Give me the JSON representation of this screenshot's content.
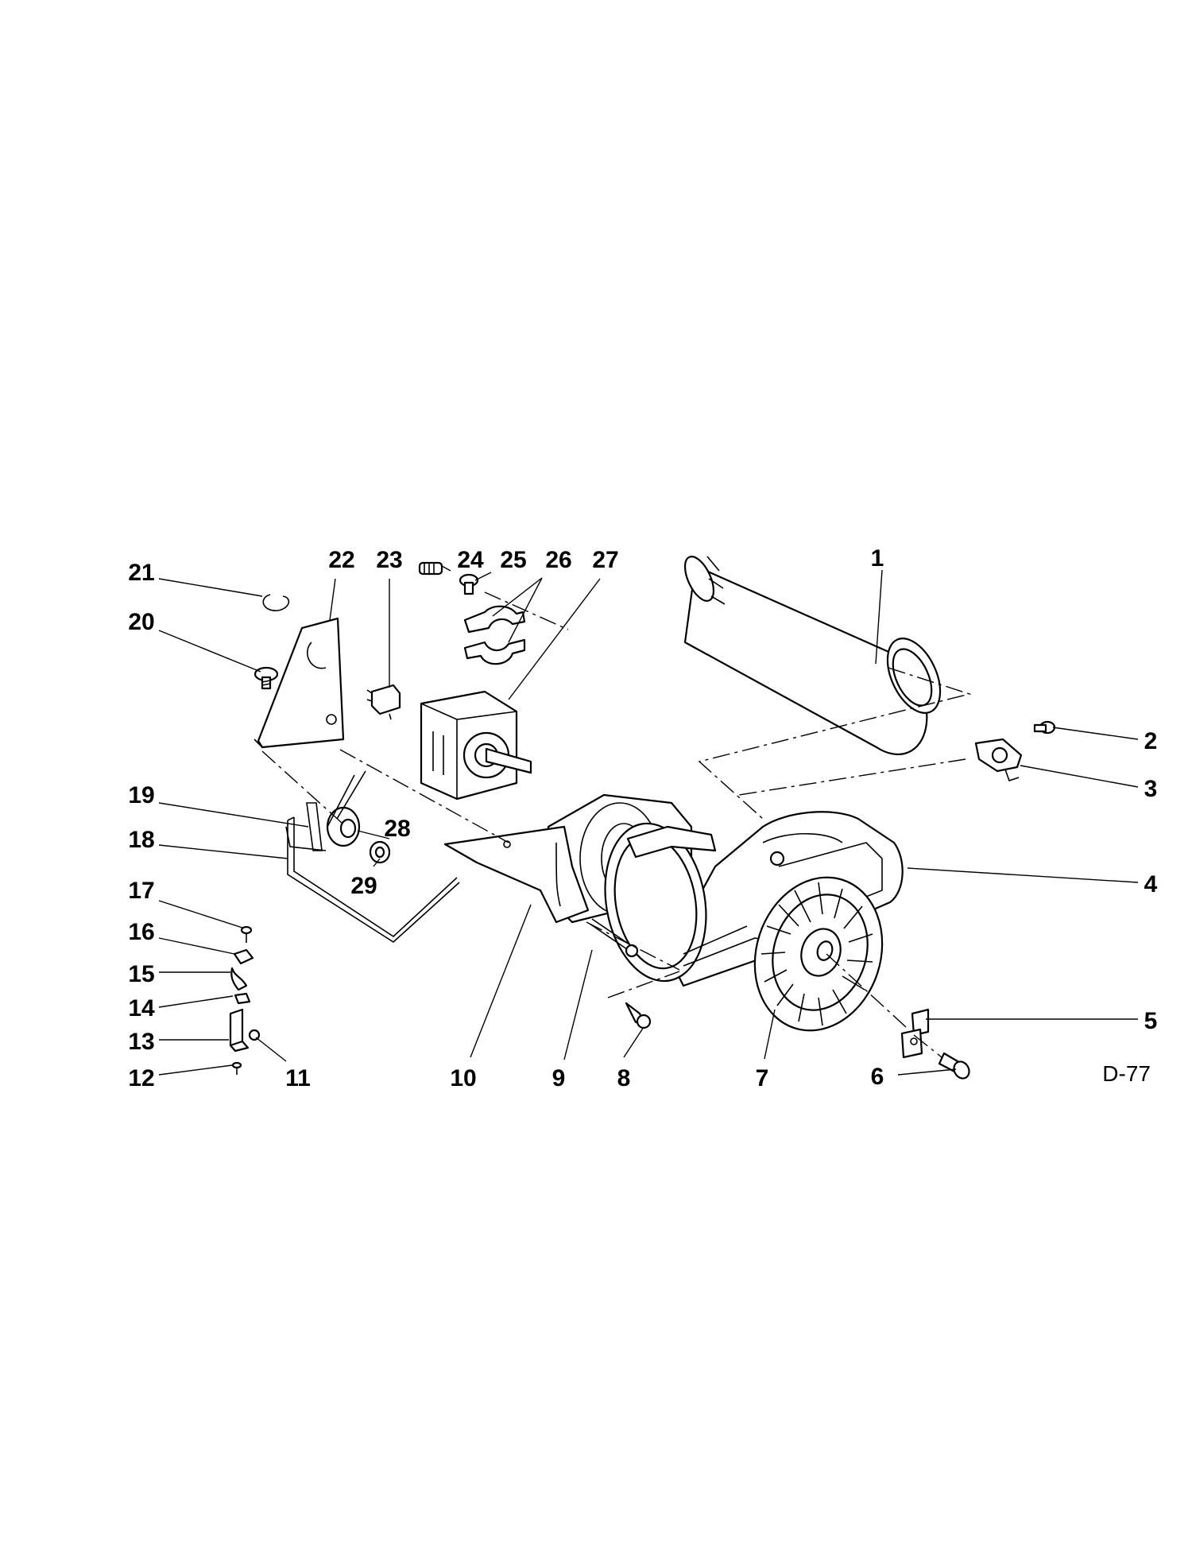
{
  "drawing_code": "D-77",
  "callouts": {
    "c1": "1",
    "c2": "2",
    "c3": "3",
    "c4": "4",
    "c5": "5",
    "c6": "6",
    "c7": "7",
    "c8": "8",
    "c9": "9",
    "c10": "10",
    "c11": "11",
    "c12": "12",
    "c13": "13",
    "c14": "14",
    "c15": "15",
    "c16": "16",
    "c17": "17",
    "c18": "18",
    "c19": "19",
    "c20": "20",
    "c21": "21",
    "c22": "22",
    "c23": "23",
    "c24": "24",
    "c25": "25",
    "c26": "26",
    "c27": "27",
    "c28": "28",
    "c29": "29"
  }
}
